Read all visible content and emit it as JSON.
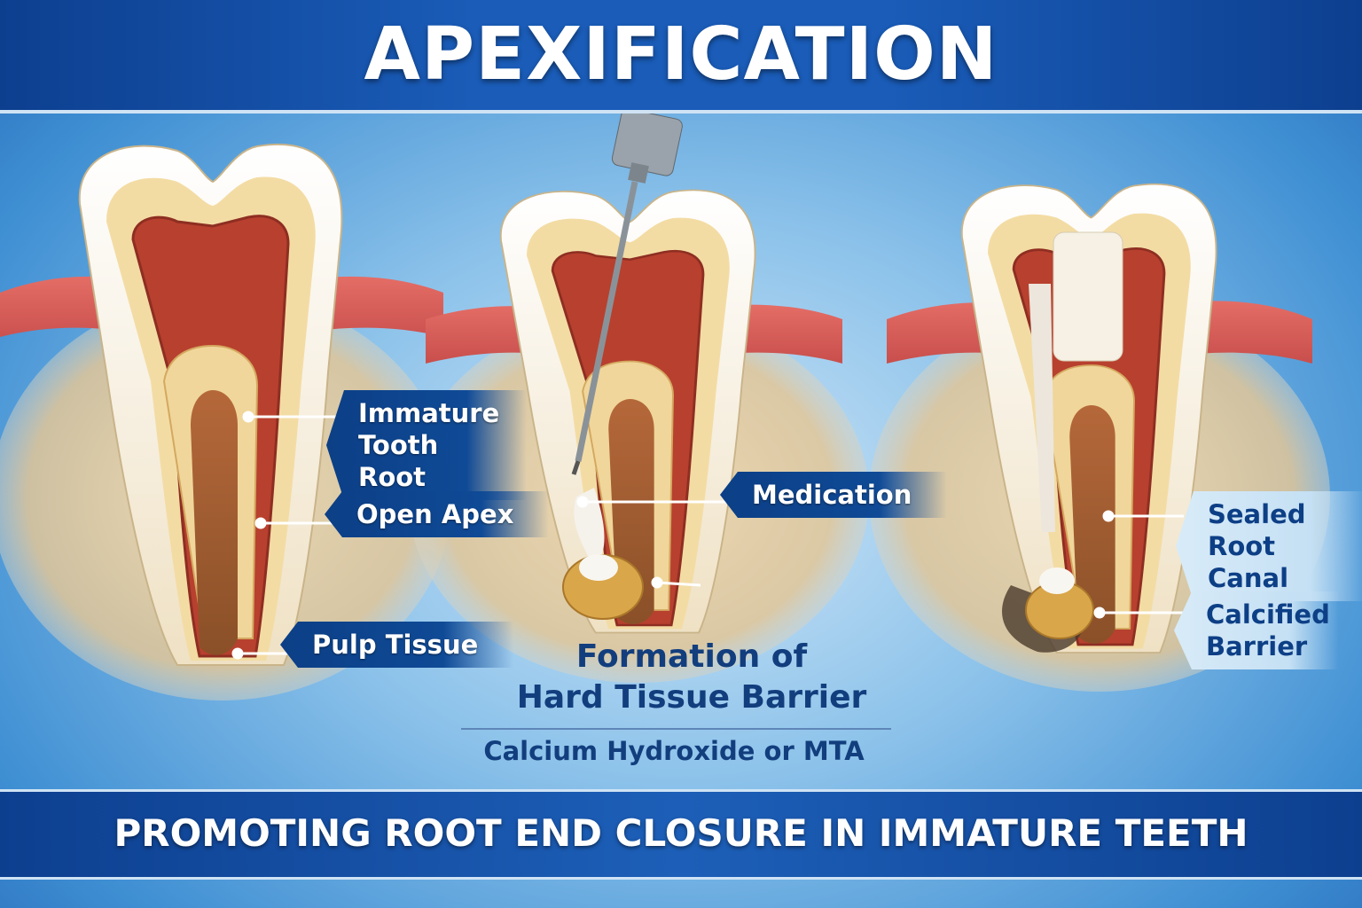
{
  "title": "APEXIFICATION",
  "subtitle": "PROMOTING ROOT END CLOSURE IN IMMATURE TEETH",
  "labels": {
    "immature_root": "Immature Tooth Root",
    "open_apex": "Open Apex",
    "pulp_tissue": "Pulp Tissue",
    "medication": "Medication",
    "sealed_canal": "Sealed Root Canal",
    "calcified_barrier": "Calcified Barrier"
  },
  "caption": {
    "line1": "Formation of",
    "line2": "Hard Tissue Barrier",
    "note": "Calcium Hydroxide or MTA"
  },
  "colors": {
    "header": "#1a5cb8",
    "tag": "#0c3f86",
    "gum": "#d9605c",
    "pulp": "#b8402e",
    "dentin": "#f1d9a0",
    "enamel": "#f5efe2"
  }
}
